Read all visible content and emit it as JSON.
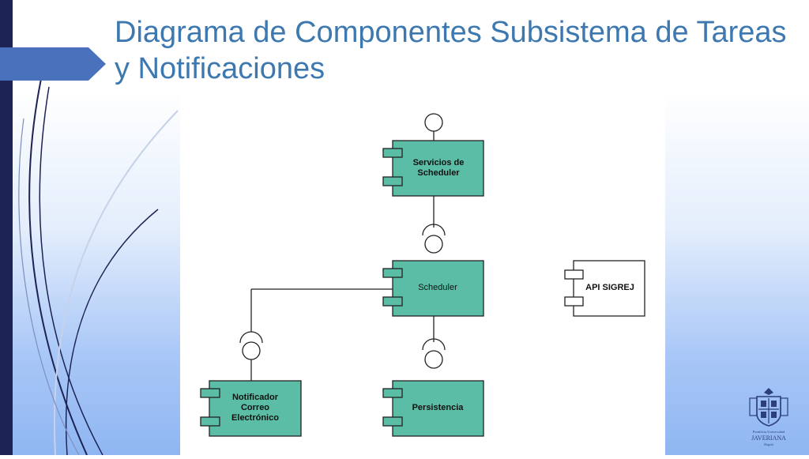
{
  "slide": {
    "title": "Diagrama de Componentes Subsistema de Tareas y Notificaciones"
  },
  "diagram": {
    "components": {
      "servicios": {
        "line1": "Servicios de",
        "line2": "Scheduler"
      },
      "scheduler": {
        "label": "Scheduler"
      },
      "notificador": {
        "line1": "Notificador",
        "line2": "Correo",
        "line3": "Electrónico"
      },
      "persistencia": {
        "label": "Persistencia"
      },
      "api": {
        "label": "API SIGREJ"
      }
    },
    "colors": {
      "component_fill": "#5bbda5",
      "stroke": "#222222",
      "api_fill": "#ffffff"
    }
  },
  "logo": {
    "line1": "Pontificia Universidad",
    "line2": "JAVERIANA",
    "line3": "Bogotá"
  },
  "theme": {
    "title_color": "#3d79b0",
    "sidebar_color": "#1d2355",
    "arrow_color": "#4a72bc"
  }
}
